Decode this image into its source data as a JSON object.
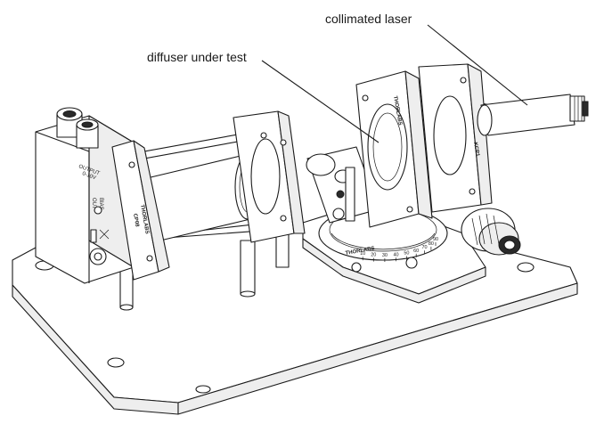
{
  "labels": {
    "collimated_laser": "collimated laser",
    "diffuser_under_test": "diffuser under test"
  },
  "detector": {
    "output_text": "OUTPUT",
    "range_text": "0-10V",
    "bias_text": "BIAS",
    "out_text": "OUT"
  },
  "mount_engravings": {
    "cage_plate_left": "THORLABS",
    "cage_plate_left_model": "CP08",
    "kinematic_mount": "THORLABS",
    "kinematic_mount_model": "KCP1",
    "rotation_stage": "THORLABS"
  },
  "rotation_scale": [
    "10",
    "20",
    "30",
    "40",
    "50",
    "60",
    "70",
    "80",
    "90"
  ],
  "colors": {
    "line": "#1b1b1b",
    "background": "#ffffff"
  }
}
